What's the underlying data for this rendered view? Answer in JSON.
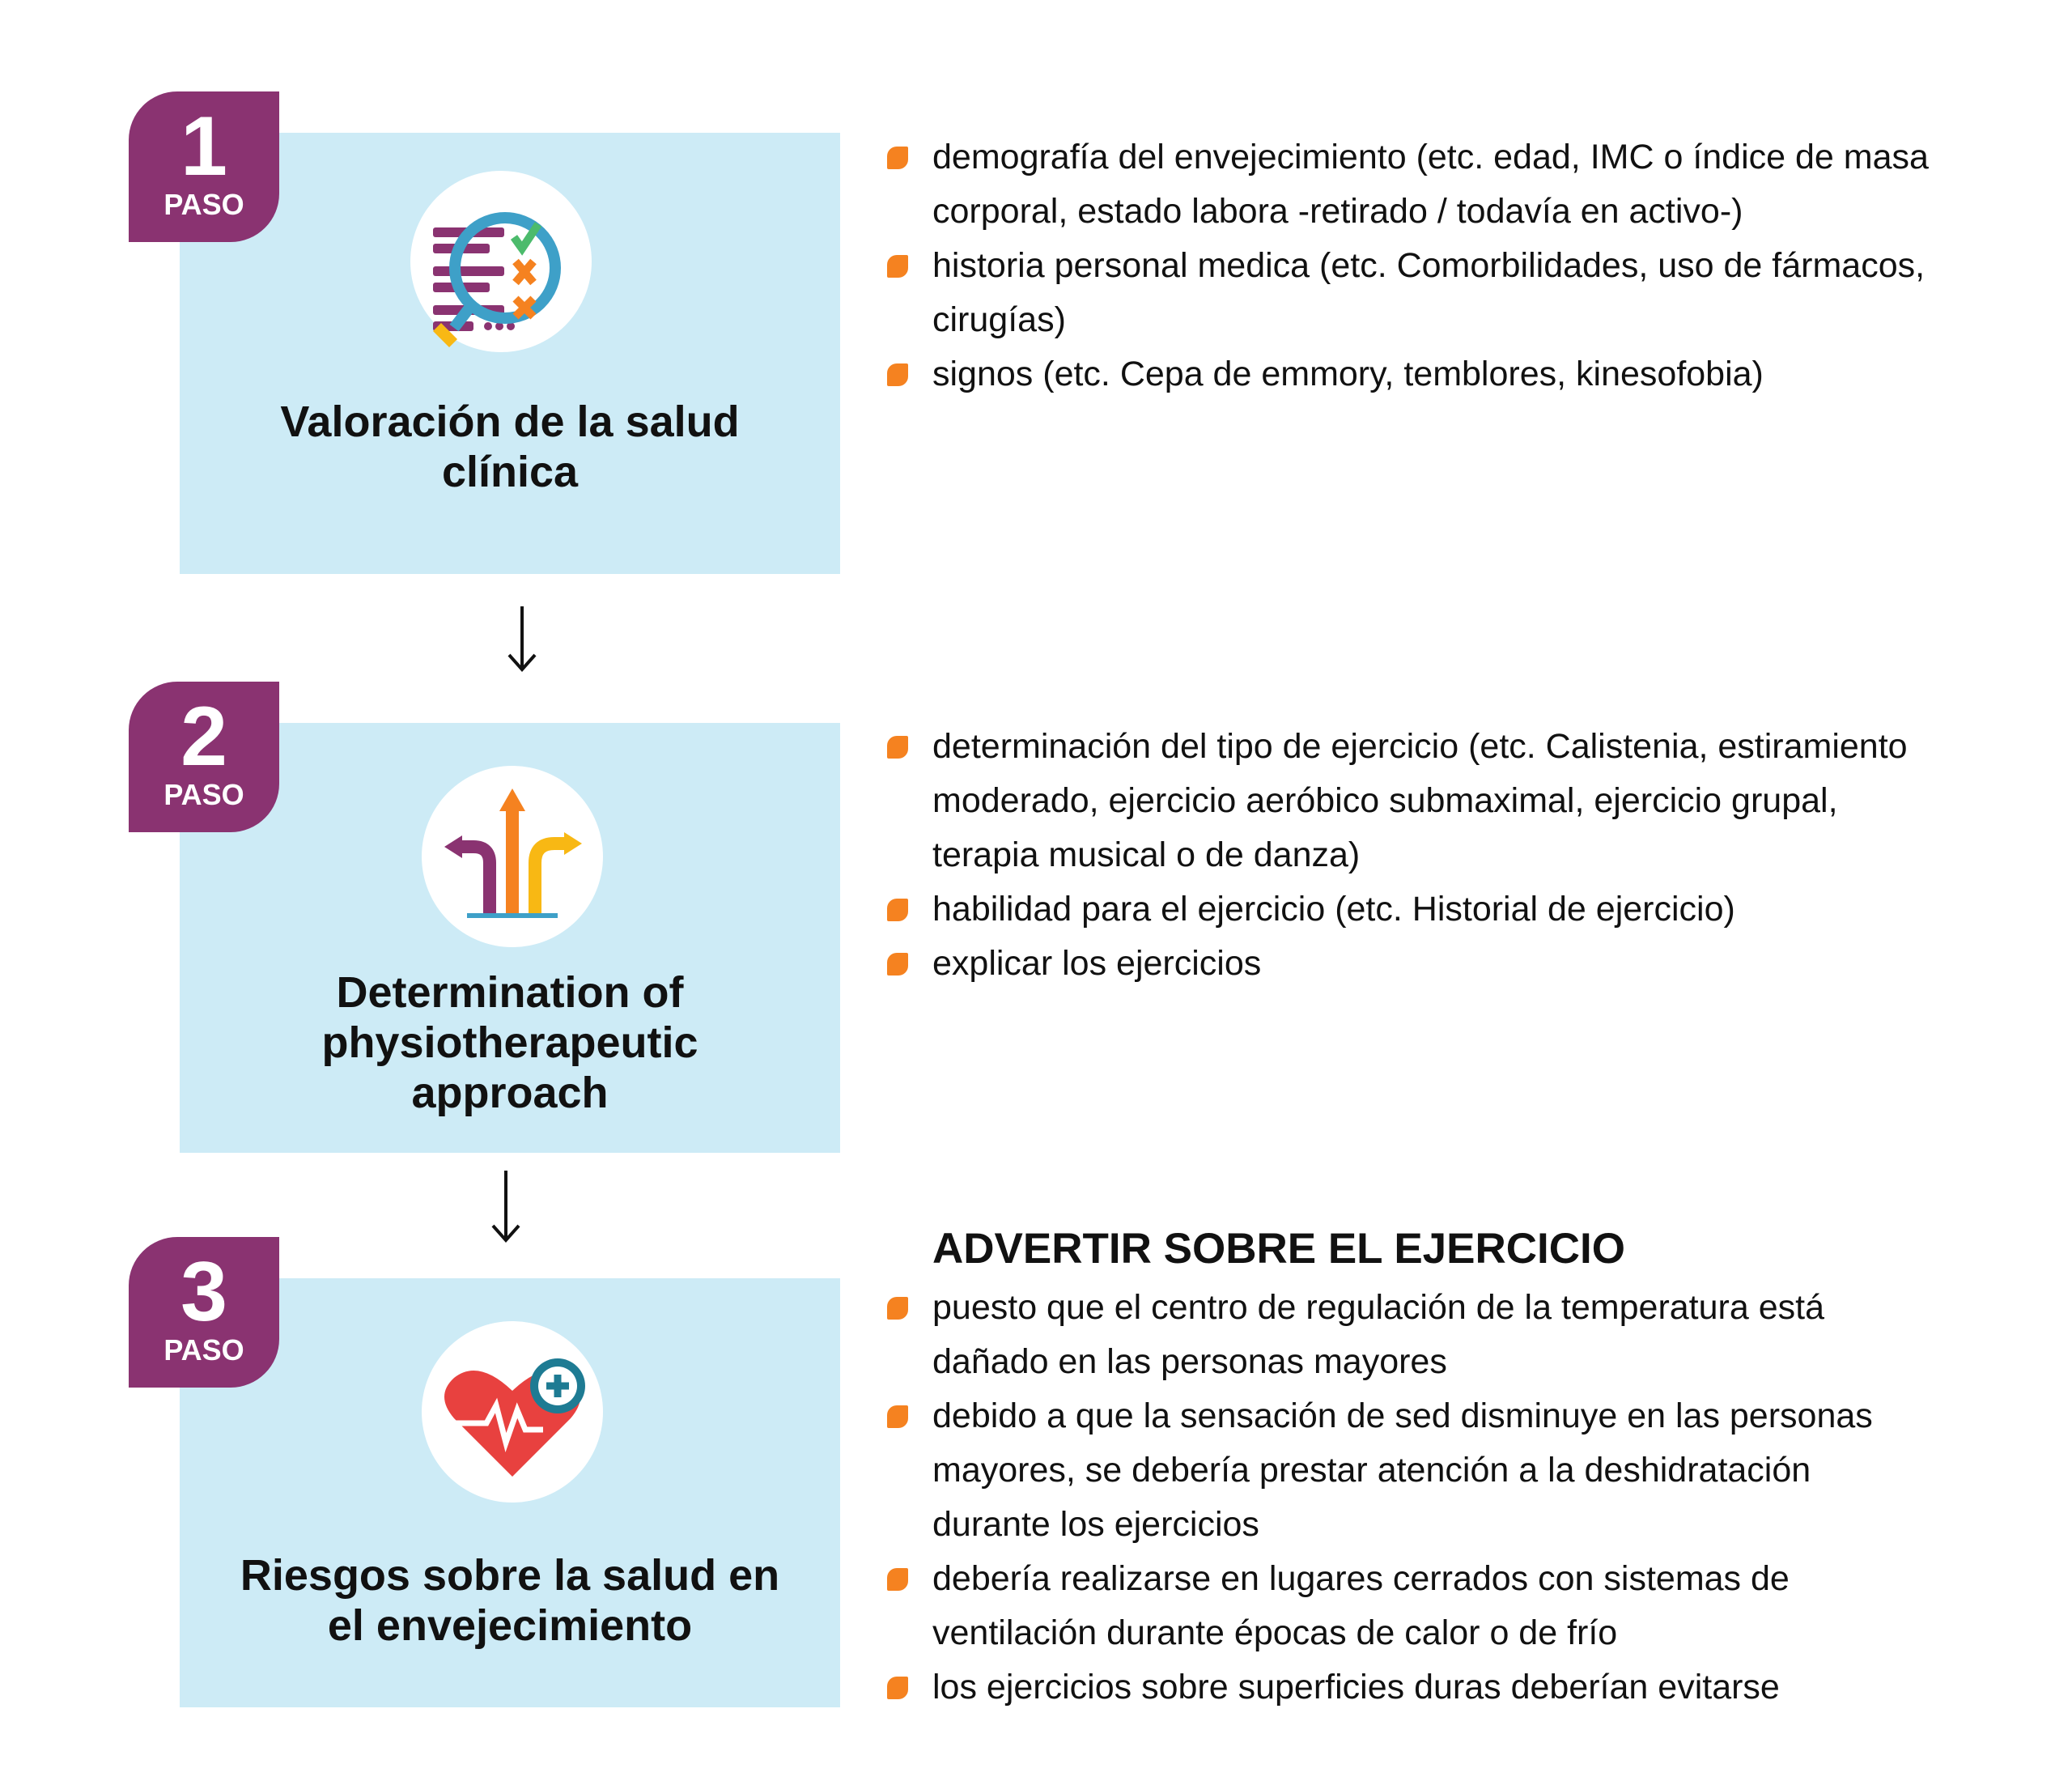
{
  "steps": [
    {
      "number": "1",
      "label": "PASO",
      "icon": "magnifier-checklist-icon",
      "title": [
        "Valoración de la salud",
        "clínica"
      ],
      "bullets": [
        [
          "demografía del envejecimiento (etc. edad, IMC o índice de masa",
          "corporal, estado labora -retirado / todavía en activo-)"
        ],
        [
          "historia personal medica (etc. Comorbilidades, uso de fármacos,",
          "cirugías)"
        ],
        [
          "signos (etc. Cepa de emmory, temblores, kinesofobia)"
        ]
      ]
    },
    {
      "number": "2",
      "label": "PASO",
      "icon": "direction-arrows-icon",
      "title": [
        "Determination of",
        "physiotherapeutic",
        "approach"
      ],
      "bullets": [
        [
          "determinación del tipo de ejercicio (etc. Calistenia, estiramiento",
          "moderado, ejercicio aeróbico submaximal, ejercicio grupal,",
          "terapia musical o de danza)"
        ],
        [
          "habilidad para el ejercicio (etc. Historial de ejercicio)"
        ],
        [
          "explicar los ejercicios"
        ]
      ]
    },
    {
      "number": "3",
      "label": "PASO",
      "icon": "heart-health-icon",
      "title": [
        "Riesgos sobre la salud en",
        "el envejecimiento"
      ],
      "heading": "ADVERTIR SOBRE EL EJERCICIO",
      "bullets": [
        [
          "puesto que el centro de regulación de la temperatura está",
          "dañado en las personas mayores"
        ],
        [
          "debido a que la sensación de sed disminuye en las personas",
          "mayores, se debería prestar atención a la deshidratación",
          "durante los ejercicios"
        ],
        [
          "debería realizarse en lugares cerrados con sistemas de",
          "ventilación durante épocas de calor o de frío"
        ],
        [
          "los ejercicios sobre superficies duras deberían evitarse"
        ]
      ]
    }
  ],
  "colors": {
    "badge": "#8a3371",
    "box": "#cdebf6",
    "bullet": "#f58220"
  }
}
